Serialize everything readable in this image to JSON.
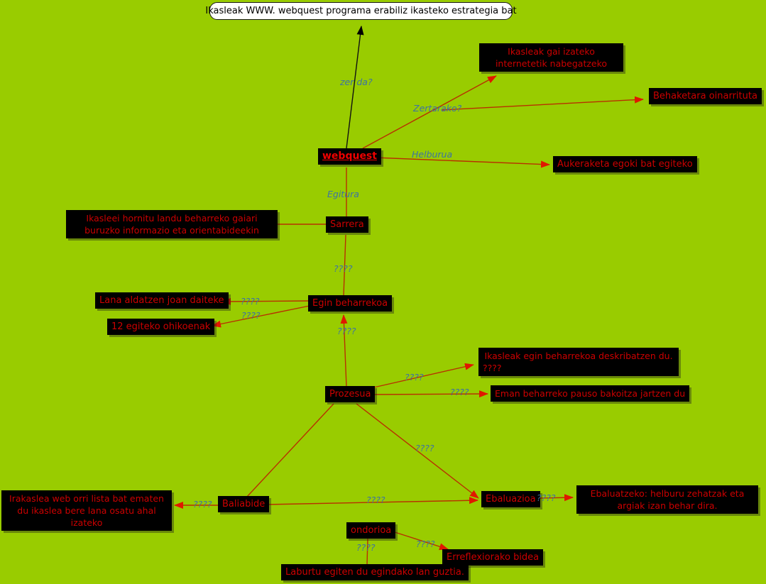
{
  "canvas": {
    "background_color": "#99CC00",
    "edge_color": "#B83000",
    "arrow_color": "#E01800",
    "label_color": "#3D72A4",
    "node_text_color": "#CC0000",
    "node_bg_color": "#000000"
  },
  "title": {
    "text": "Ikasleak WWW. webquest programa erabiliz ikasteko estrategia bat"
  },
  "nodes": {
    "webquest": "webquest",
    "sarrera": "Sarrera",
    "egin_beharrekoa": "Egin beharrekoa",
    "prozesua": "Prozesua",
    "baliabide": "Baliabide",
    "ebaluazioa": "Ebaluazioa",
    "ondorioa": "ondorioa"
  },
  "leaves": {
    "ikasleak_gai": "Ikasleak gai izateko internetetik nabegatzeko",
    "behaketara": "Behaketara oinarrituta",
    "aukeraketa": "Aukeraketa egoki bat egiteko",
    "ikasleei_hornitu": "Ikasleei hornitu landu beharreko gaiari buruzko informazio eta orientabideekin",
    "lana_aldatzen": "Lana aldatzen joan daiteke",
    "egiteko_ohikoenak": "12 egiteko ohikoenak",
    "ikasleak_egin_line1": "Ikasleak egin beharrekoa deskribatzen du.",
    "ikasleak_egin_line2": "????",
    "eman_beharreko": "Eman beharreko pauso bakoitza jartzen du",
    "ebaluatzeko": "Ebaluatzeko:  helburu zehatzak eta argiak izan behar dira.",
    "irakaslea": "Irakaslea web orri lista bat ematen du ikaslea bere lana osatu ahal izateko",
    "erreflexiorako": "Erreflexiorako bidea",
    "laburtu": "Laburtu egiten du egindako lan guztia."
  },
  "link_labels": {
    "zer_da": "zer da?",
    "zertarako": "Zertarako?",
    "helburua": "Helburua",
    "egitura": "Egitura",
    "unknown": "????"
  }
}
